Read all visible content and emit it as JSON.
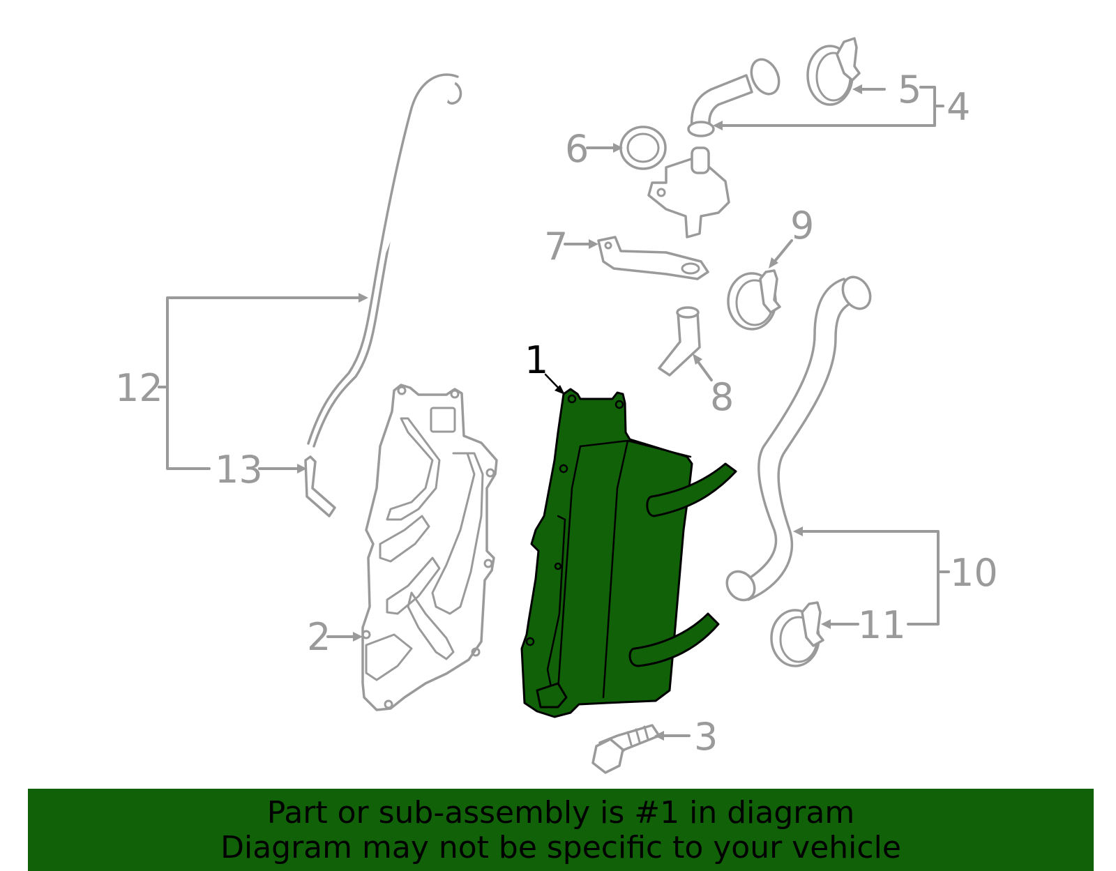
{
  "colors": {
    "highlight": "#106108",
    "line": "#9a9a9a",
    "banner": "#106108"
  },
  "callouts": [
    {
      "id": "1",
      "label": "1"
    },
    {
      "id": "2",
      "label": "2"
    },
    {
      "id": "3",
      "label": "3"
    },
    {
      "id": "4",
      "label": "4"
    },
    {
      "id": "5",
      "label": "5"
    },
    {
      "id": "6",
      "label": "6"
    },
    {
      "id": "7",
      "label": "7"
    },
    {
      "id": "8",
      "label": "8"
    },
    {
      "id": "9",
      "label": "9"
    },
    {
      "id": "10",
      "label": "10"
    },
    {
      "id": "11",
      "label": "11"
    },
    {
      "id": "12",
      "label": "12"
    },
    {
      "id": "13",
      "label": "13"
    }
  ],
  "banner": {
    "line1": "Part or sub-assembly is #1 in diagram",
    "line2": "Diagram may not be specific to your vehicle"
  }
}
